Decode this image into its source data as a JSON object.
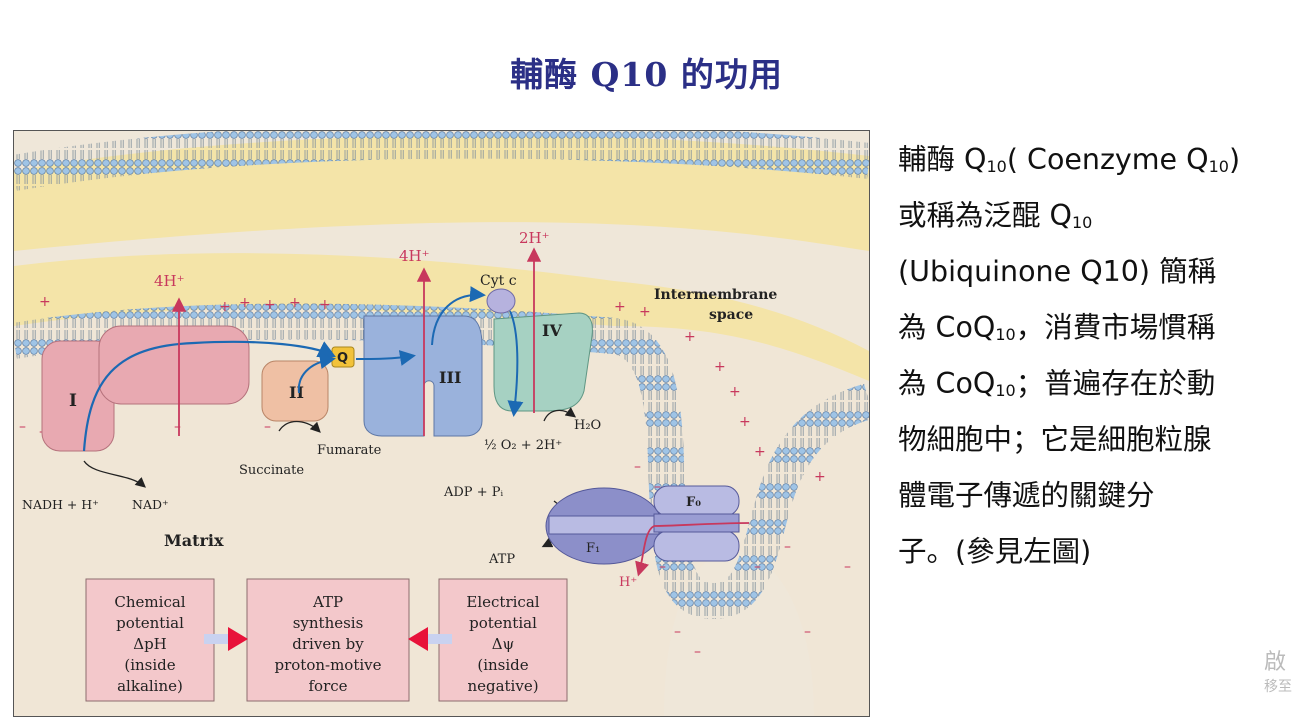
{
  "slide": {
    "title": "輔酶 Q10 的功用"
  },
  "figure": {
    "labels": {
      "h4_left": "4H⁺",
      "h4_mid": "4H⁺",
      "h2": "2H⁺",
      "cyt_c": "Cyt c",
      "q": "Q",
      "complex_1": "I",
      "complex_2": "II",
      "complex_3": "III",
      "complex_4": "IV",
      "intermembrane": "Intermembrane",
      "space": "space",
      "h2o": "H₂O",
      "o2": "½ O₂ + 2H⁺",
      "fumarate": "Fumarate",
      "succinate": "Succinate",
      "nadh": "NADH + H⁺",
      "nad": "NAD⁺",
      "matrix": "Matrix",
      "adp": "ADP + Pᵢ",
      "atp": "ATP",
      "f0": "F₀",
      "f1": "F₁",
      "h_out": "H⁺"
    },
    "boxes": {
      "chemical": [
        "Chemical",
        "potential",
        "ΔpH",
        "(inside",
        "alkaline)"
      ],
      "atp": [
        "ATP",
        "synthesis",
        "driven by",
        "proton-motive",
        "force"
      ],
      "electrical": [
        "Electrical",
        "potential",
        "Δψ",
        "(inside",
        "negative)"
      ]
    },
    "colors": {
      "complex_1": "#e8a9b1",
      "complex_2": "#efc0a4",
      "complex_3": "#9ab2dc",
      "complex_4": "#a6d1c2",
      "atp_synthase": "#8c8fc9",
      "box_fill": "#f3c8cb",
      "arrow_red": "#e8123a",
      "electron_arrow": "#1c69b3",
      "proton_line": "#c8385d"
    }
  },
  "description": {
    "lines": [
      {
        "pre": "輔酶 Q",
        "sub": "10",
        "post": "( Coenzyme Q",
        "sub2": "10",
        "post2": ")"
      },
      {
        "pre": "或稱為泛醌 Q",
        "sub": "10",
        "post": "",
        "sub2": "",
        "post2": ""
      },
      {
        "pre": "(Ubiquinone Q10)  簡稱",
        "sub": "",
        "post": "",
        "sub2": "",
        "post2": ""
      },
      {
        "pre": "為 CoQ",
        "sub": "10",
        "post": "，消費市場慣稱",
        "sub2": "",
        "post2": ""
      },
      {
        "pre": "為 CoQ",
        "sub": "10",
        "post": "；普遍存在於動",
        "sub2": "",
        "post2": ""
      },
      {
        "pre": "物細胞中；它是細胞粒腺",
        "sub": "",
        "post": "",
        "sub2": "",
        "post2": ""
      },
      {
        "pre": "體電子傳遞的關鍵分",
        "sub": "",
        "post": "",
        "sub2": "",
        "post2": ""
      },
      {
        "pre": "子。(參見左圖)",
        "sub": "",
        "post": "",
        "sub2": "",
        "post2": ""
      }
    ]
  },
  "watermark": {
    "line1": "啟",
    "line2": "移至"
  }
}
